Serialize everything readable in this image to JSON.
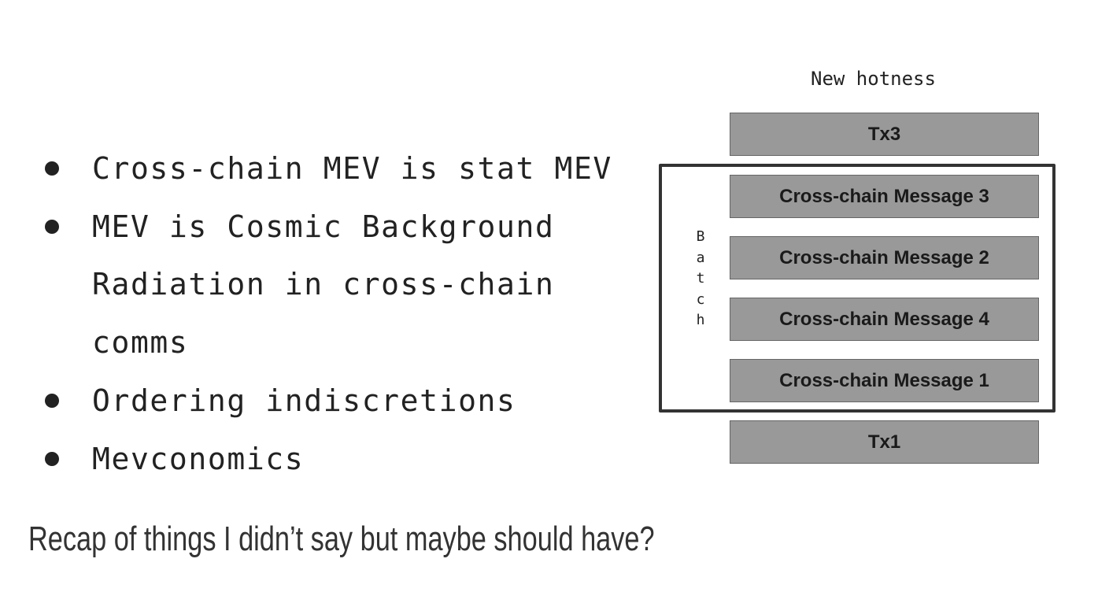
{
  "slide": {
    "bullets": [
      {
        "lines": [
          "Cross-chain MEV is stat MEV"
        ]
      },
      {
        "lines": [
          "MEV is Cosmic Background",
          "Radiation in cross-chain",
          "comms"
        ]
      },
      {
        "lines": [
          "Ordering indiscretions"
        ]
      },
      {
        "lines": [
          "Mevconomics"
        ]
      }
    ],
    "caption": "Recap of things I didn’t say but maybe should have?"
  },
  "diagram": {
    "title": "New hotness",
    "batch_label": [
      "B",
      "a",
      "t",
      "c",
      "h"
    ],
    "boxes": [
      {
        "label": "Tx3"
      },
      {
        "label": "Cross-chain Message 3"
      },
      {
        "label": "Cross-chain Message 2"
      },
      {
        "label": "Cross-chain Message 4"
      },
      {
        "label": "Cross-chain Message 1"
      },
      {
        "label": "Tx1"
      }
    ],
    "colors": {
      "box_fill": "#999999",
      "box_border": "#666666",
      "batch_border": "#333333",
      "text": "#222222"
    }
  }
}
